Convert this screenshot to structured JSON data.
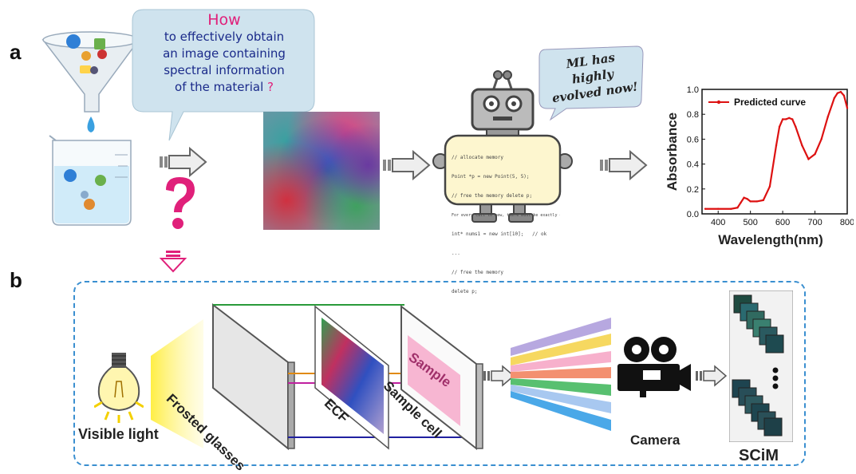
{
  "panel_a": {
    "letter": "a",
    "bubble_question": {
      "line1": "How",
      "line2": "to effectively obtain",
      "line3": "an image containing",
      "line4": "spectral information",
      "line5": "of the material",
      "qmark": "?"
    },
    "robot_bubble": {
      "line1": "ML has highly",
      "line2": "evolved now!"
    },
    "robot_code": [
      "// allocate memory",
      "Point *p = new Point(5, 5);",
      "// free the memory delete p;",
      "For every call to new, there must be exactly one call to delete.",
      "int* nums1 = new int[10];   // ok",
      "...",
      "// free the memory",
      "delete p;"
    ]
  },
  "chart_data": {
    "type": "line",
    "xlabel": "Wavelength(nm)",
    "ylabel": "Absorbance",
    "xlim": [
      350,
      800
    ],
    "ylim": [
      0.0,
      1.0
    ],
    "xticks": [
      400,
      500,
      600,
      700,
      800
    ],
    "yticks": [
      "0.0",
      "0.2",
      "0.4",
      "0.6",
      "0.8",
      "1.0"
    ],
    "legend": "top-left",
    "series": [
      {
        "name": "Predicted curve",
        "color": "#dd1111",
        "x": [
          360,
          400,
          440,
          460,
          470,
          480,
          490,
          500,
          520,
          540,
          560,
          580,
          590,
          600,
          610,
          620,
          630,
          640,
          660,
          680,
          700,
          720,
          740,
          760,
          770,
          780,
          790,
          800
        ],
        "y": [
          0.04,
          0.04,
          0.04,
          0.05,
          0.09,
          0.13,
          0.12,
          0.1,
          0.1,
          0.11,
          0.22,
          0.55,
          0.7,
          0.76,
          0.76,
          0.77,
          0.76,
          0.7,
          0.55,
          0.44,
          0.48,
          0.6,
          0.78,
          0.93,
          0.97,
          0.98,
          0.95,
          0.85
        ]
      }
    ]
  },
  "panel_b": {
    "letter": "b",
    "labels": {
      "visible_light": "Visible light",
      "frosted_glasses": "Frosted glasses",
      "ecf": "ECF",
      "sample": "Sample",
      "sample_cell": "Sample cell",
      "camera": "Camera",
      "scim": "SCiM"
    }
  },
  "colors": {
    "bubble_fill": "#cfe3ee",
    "question_mark": "#e0207a",
    "pink_text": "#e0207a",
    "dashed_border": "#3a8fd0",
    "yellow_light": "#ffee44"
  }
}
